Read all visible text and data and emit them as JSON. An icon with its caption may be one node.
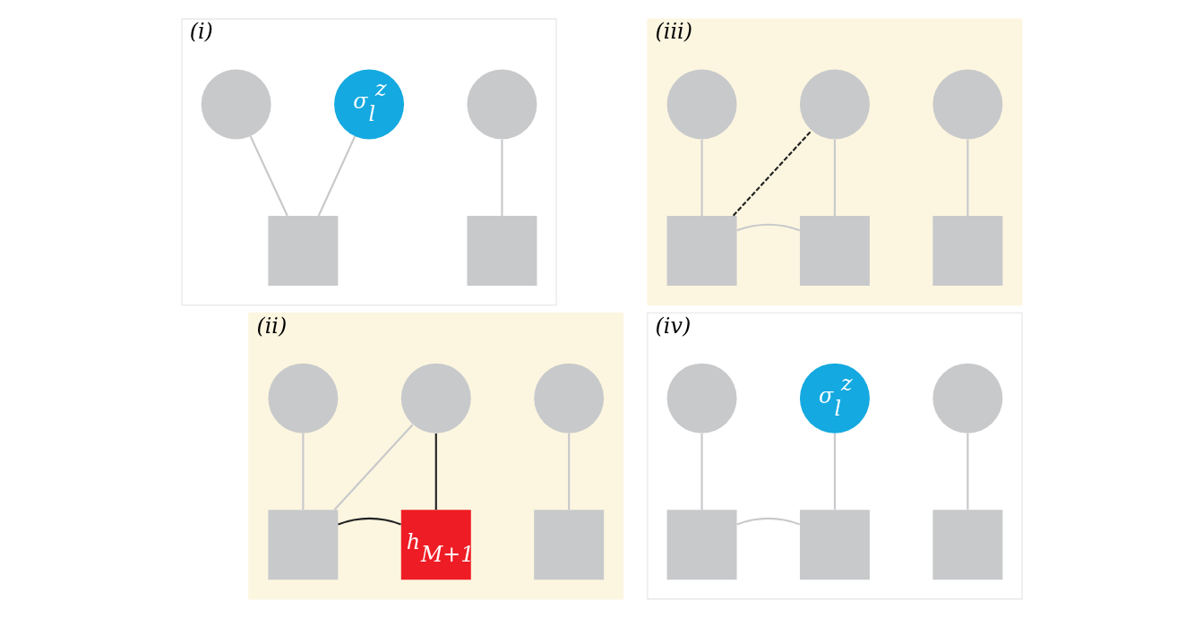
{
  "diagram": {
    "nodes": [
      {
        "text": [
          "(i)"
        ]
      },
      {
        "text": [],
        "shape": "circle",
        "in": 0
      },
      {
        "text": [
          "σ$_{l}$$^{z}$"
        ],
        "in": 0
      },
      {
        "text": [],
        "shape": "circle",
        "in": 0
      },
      {
        "text": [],
        "shape": "box",
        "in": 0
      },
      {
        "text": [],
        "shape": "box",
        "in": 0
      },
      {
        "text": [
          "(iii)"
        ]
      },
      {
        "text": [],
        "shape": "circle",
        "in": 6
      },
      {
        "text": [],
        "shape": "circle",
        "in": 6
      },
      {
        "text": [],
        "shape": "circle",
        "in": 6
      },
      {
        "text": [],
        "shape": "box",
        "in": 6
      },
      {
        "text": [],
        "shape": "box",
        "in": 6
      },
      {
        "text": [],
        "shape": "box",
        "in": 6
      },
      {
        "text": [
          "(ii)"
        ]
      },
      {
        "text": [],
        "shape": "circle",
        "in": 13
      },
      {
        "text": [],
        "shape": "circle",
        "in": 13
      },
      {
        "text": [],
        "shape": "circle",
        "in": 13
      },
      {
        "text": [],
        "shape": "box",
        "in": 13
      },
      {
        "text": [
          "h$_{M+1}$"
        ],
        "in": 13
      },
      {
        "text": [],
        "shape": "box",
        "in": 13
      },
      {
        "text": [
          "(iv)"
        ]
      },
      {
        "text": [],
        "shape": "circle",
        "in": 20
      },
      {
        "text": [
          "σ$_{l}$$^{z}$"
        ],
        "in": 20
      },
      {
        "text": [],
        "shape": "circle",
        "in": 20
      },
      {
        "text": [],
        "shape": "box",
        "in": 20
      },
      {
        "text": [],
        "shape": "box",
        "in": 20
      },
      {
        "text": [],
        "shape": "box",
        "in": 20
      }
    ],
    "edges": [
      {
        "from": 1,
        "to": 4,
        "arrow": "none"
      },
      {
        "from": 2,
        "to": 4,
        "arrow": "none"
      },
      {
        "from": 3,
        "to": 5,
        "arrow": "none"
      },
      {
        "from": 7,
        "to": 10,
        "arrow": "none"
      },
      {
        "from": 8,
        "to": 11,
        "arrow": "none"
      },
      {
        "from": 10,
        "to": 11,
        "arrow": "none"
      },
      {
        "from": 10,
        "to": 8,
        "arrow": "none",
        "style": "dashed",
        "color": "#222222"
      },
      {
        "from": 9,
        "to": 12,
        "arrow": "none"
      },
      {
        "from": 14,
        "to": 17,
        "arrow": "none"
      },
      {
        "from": 15,
        "to": 17,
        "arrow": "none"
      },
      {
        "from": 15,
        "to": 18,
        "arrow": "none",
        "color": "#222222"
      },
      {
        "from": 17,
        "to": 18,
        "arrow": "none",
        "color": "#222222"
      },
      {
        "from": 16,
        "to": 19,
        "arrow": "none"
      },
      {
        "from": 21,
        "to": 24,
        "arrow": "none"
      },
      {
        "from": 22,
        "to": 25,
        "arrow": "none"
      },
      {
        "from": 24,
        "to": 25,
        "arrow": "none"
      },
      {
        "from": 23,
        "to": 26,
        "arrow": "none"
      }
    ]
  }
}
